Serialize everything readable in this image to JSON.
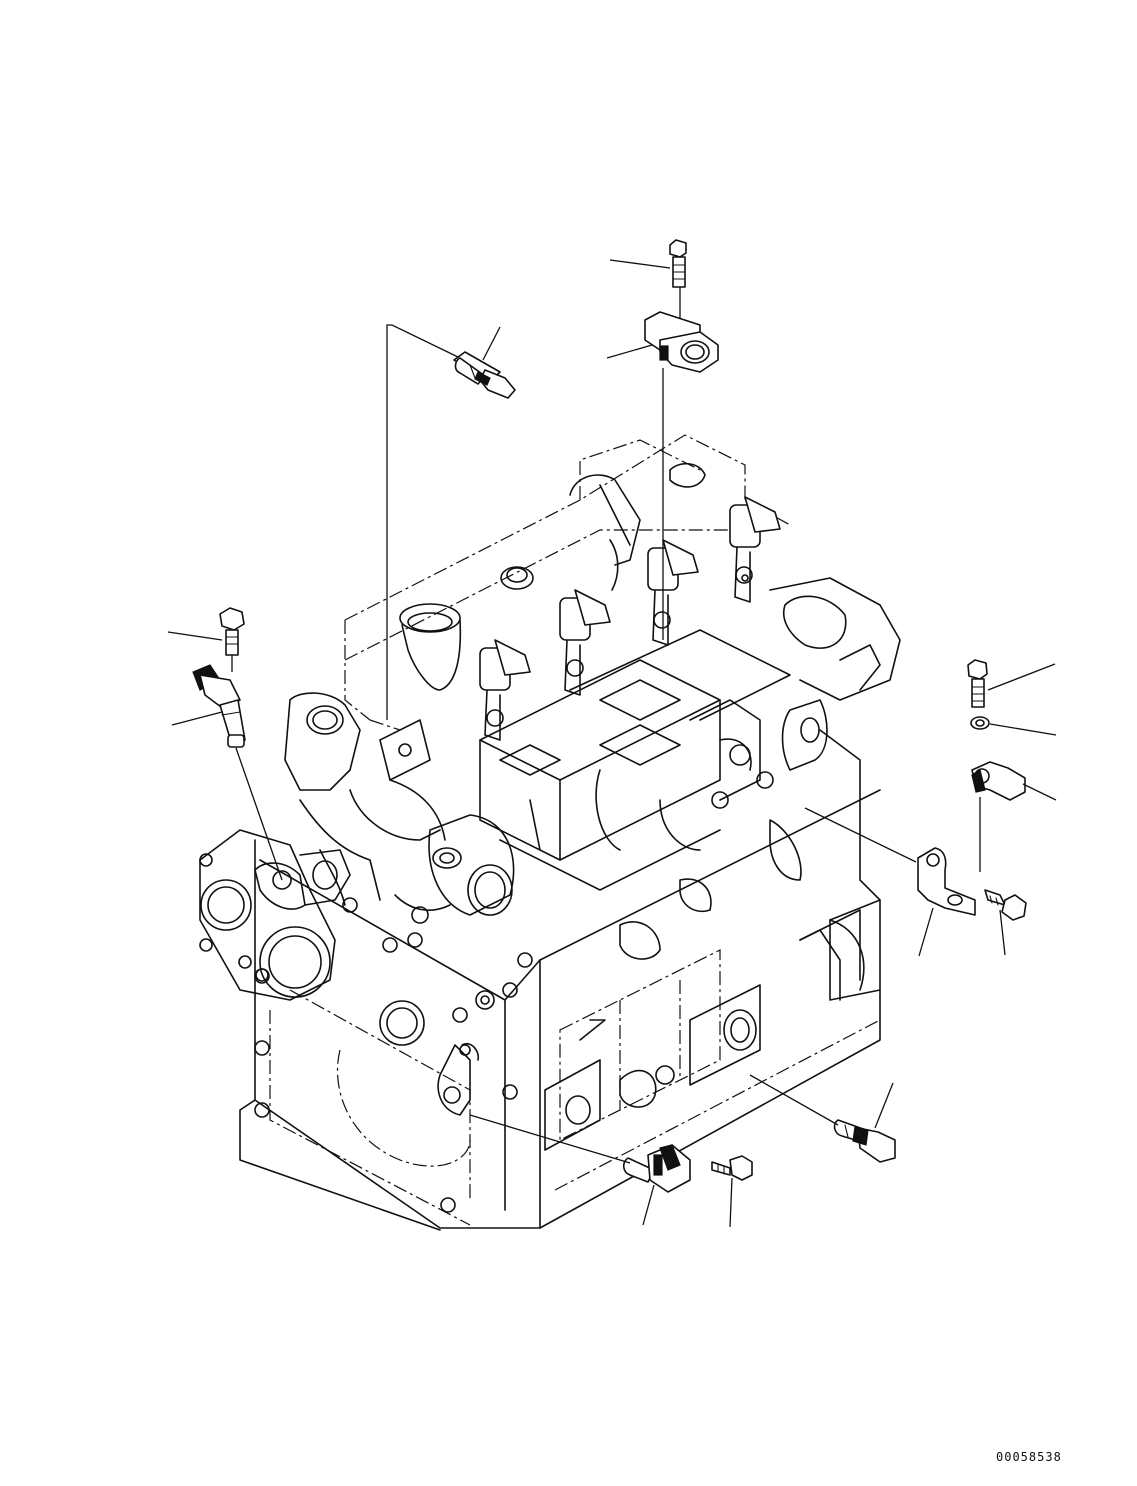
{
  "drawing": {
    "number": "00058538",
    "colors": {
      "line": "#111111",
      "background": "#ffffff"
    },
    "components": [
      "engine-block",
      "cylinder-head",
      "injectors",
      "thermostat-housing",
      "water-pump",
      "intake-manifold",
      "oil-pressure-sensor-top",
      "boost-sensor-top",
      "boost-sensor-bolt",
      "speed-sensor-left",
      "speed-sensor-left-bolt",
      "right-sensor-bolt",
      "right-sensor-washer",
      "right-sensor",
      "right-bracket",
      "right-bracket-bolt",
      "lower-speed-sensor",
      "lower-speed-sensor-bolt",
      "lower-pressure-sensor"
    ]
  }
}
